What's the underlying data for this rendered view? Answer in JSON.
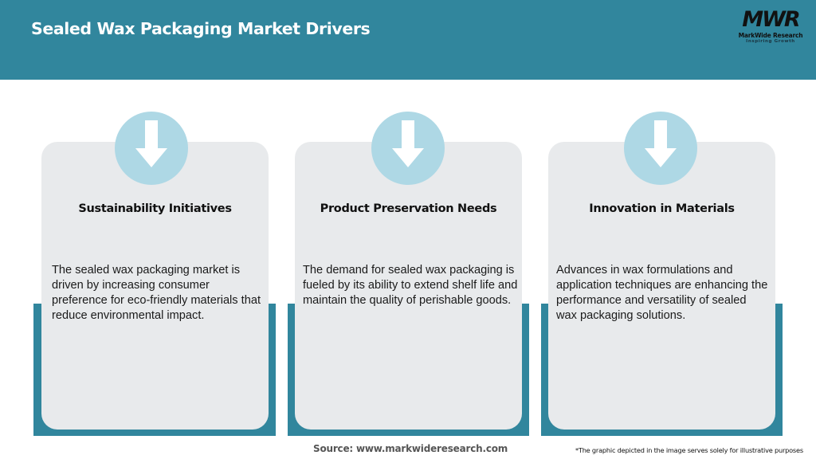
{
  "header": {
    "title": "Sealed Wax Packaging Market Drivers",
    "background_color": "#31869d"
  },
  "logo": {
    "mark": "MWR",
    "name": "MarkWide Research",
    "tagline": "Inspiring Growth"
  },
  "cards": [
    {
      "icon": "arrow-down-icon",
      "title": "Sustainability Initiatives",
      "lines": [
        "The sealed wax packaging market is",
        "driven by increasing consumer",
        "preference for eco-friendly materials that",
        "reduce environmental impact."
      ]
    },
    {
      "icon": "arrow-down-icon",
      "title": "Product Preservation Needs",
      "lines": [
        "The demand for sealed wax packaging is",
        "fueled by its ability to extend shelf life and",
        "maintain the quality of perishable goods."
      ]
    },
    {
      "icon": "arrow-down-icon",
      "title": "Innovation in Materials",
      "lines": [
        "Advances in wax formulations and",
        "application techniques are enhancing the",
        "performance and versatility of sealed",
        "wax packaging solutions."
      ]
    }
  ],
  "colors": {
    "accent_teal": "#31869d",
    "circle_light_blue": "#aed8e5",
    "card_gray": "#e8eaec"
  },
  "footer": {
    "source": "Source: www.markwideresearch.com",
    "disclaimer": "*The graphic depicted in the image serves solely for illustrative purposes"
  }
}
